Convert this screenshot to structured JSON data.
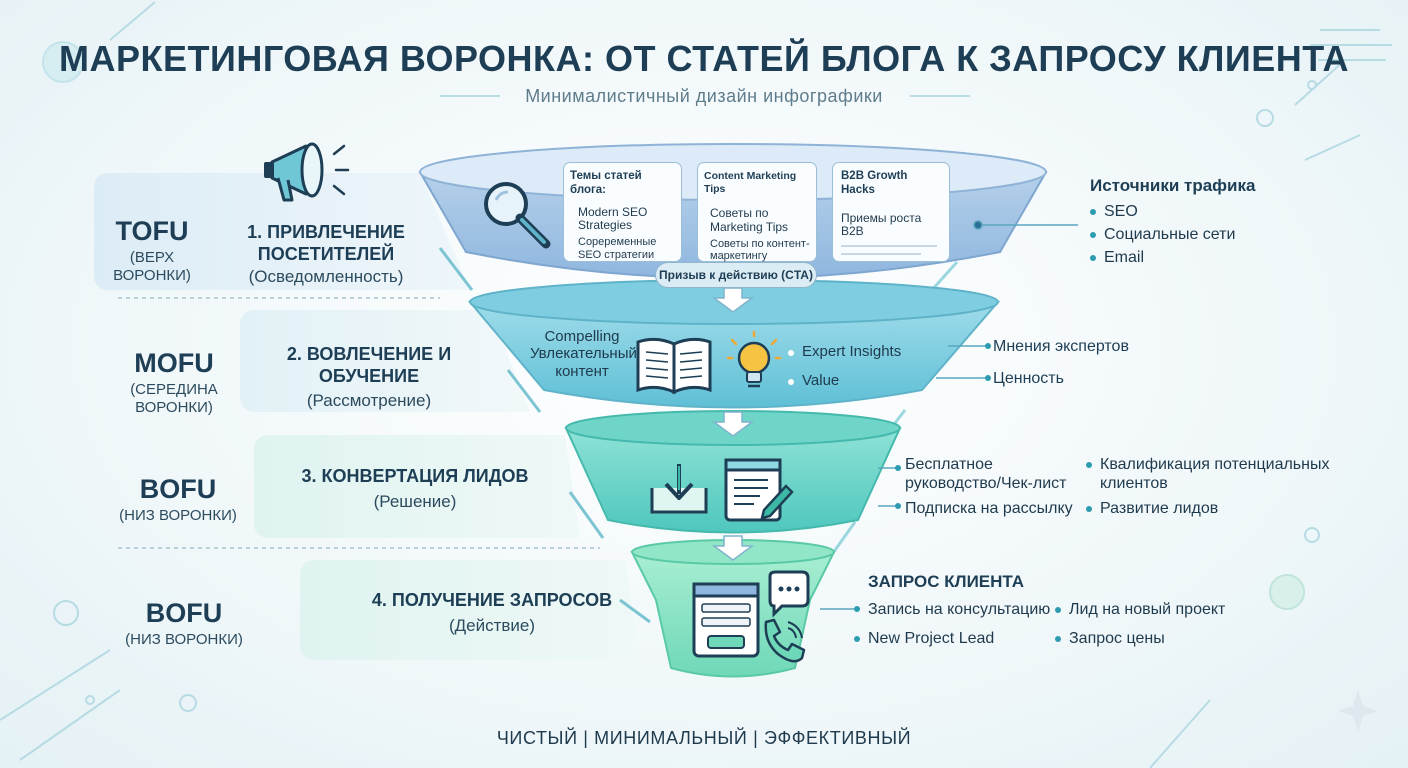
{
  "title": "МАРКЕТИНГОВАЯ ВОРОНКА: ОТ СТАТЕЙ БЛОГА К ЗАПРОСУ КЛИЕНТА",
  "subtitle": "Минималистичный дизайн инфографики",
  "footer": "ЧИСТЫЙ | МИНИМАЛЬНЫЙ | ЭФФЕКТИВНЫЙ",
  "colors": {
    "title": "#1d3e55",
    "accent": "#2d9bb0",
    "tofu": "#a9c8e6",
    "mofu": "#7ccfe0",
    "bofu": "#5fd3c4",
    "bofu2": "#8fe6c8"
  },
  "stages": [
    {
      "code": "TOFU",
      "sub": "(ВЕРХ ВОРОНКИ)",
      "title": "1. ПРИВЛЕЧЕНИЕ ПОСЕТИТЕЛЕЙ",
      "desc": "(Осведомленность)"
    },
    {
      "code": "MOFU",
      "sub1": "(СЕРЕДИНА",
      "sub2": "ВОРОНКИ)",
      "title": "2. ВОВЛЕЧЕНИЕ И ОБУЧЕНИЕ",
      "desc": "(Рассмотрение)"
    },
    {
      "code": "BOFU",
      "sub": "(НИЗ ВОРОНКИ)",
      "title": "3. КОНВЕРТАЦИЯ ЛИДОВ",
      "desc": "(Решение)"
    },
    {
      "code": "BOFU",
      "sub": "(НИЗ ВОРОНКИ)",
      "title": "4. ПОЛУЧЕНИЕ ЗАПРОСОВ",
      "desc": "(Действие)"
    }
  ],
  "tofu_cards": [
    {
      "title": "Темы статей блога:",
      "lines": [
        "Modern SEO",
        "Strategies",
        "Сореременные",
        "SEO стратегии"
      ]
    },
    {
      "title": "Content Marketing Tips",
      "lines": [
        "Советы по",
        "Marketing Tips",
        "Советы по контент-",
        "маркетингу"
      ]
    },
    {
      "title": "B2B Growth Hacks",
      "lines": [
        "Приемы роста",
        "B2B"
      ]
    }
  ],
  "cta": "Призыв к действию (CTA)",
  "traffic": {
    "heading": "Источники трафика",
    "items": [
      "SEO",
      "Социальные сети",
      "Email"
    ]
  },
  "mofu_funnel": {
    "lines": [
      "Compelling",
      "Увлекательный",
      "контент"
    ],
    "bullets": [
      "Expert Insights",
      "Value"
    ]
  },
  "mofu_side": [
    "Мнения экспертов",
    "Ценность"
  ],
  "bofu_side": {
    "left": [
      [
        "Бесплатное",
        "руководство/Чек-лист"
      ],
      [
        "Подписка на рассылку"
      ]
    ],
    "right": [
      [
        "Квалификация потенциальных",
        "клиентов"
      ],
      [
        "Развитие лидов"
      ]
    ]
  },
  "request": {
    "heading": "ЗАПРОС КЛИЕНТА",
    "left": [
      "Запись на консультацию",
      "New Project Lead"
    ],
    "right": [
      "Лид на новый проект",
      "Запрос цены"
    ]
  },
  "icons": [
    "megaphone-icon",
    "magnifier-icon",
    "open-book-icon",
    "lightbulb-icon",
    "download-icon",
    "form-edit-icon",
    "web-form-icon",
    "chat-bubble-icon",
    "phone-icon",
    "sparkle-icon"
  ]
}
